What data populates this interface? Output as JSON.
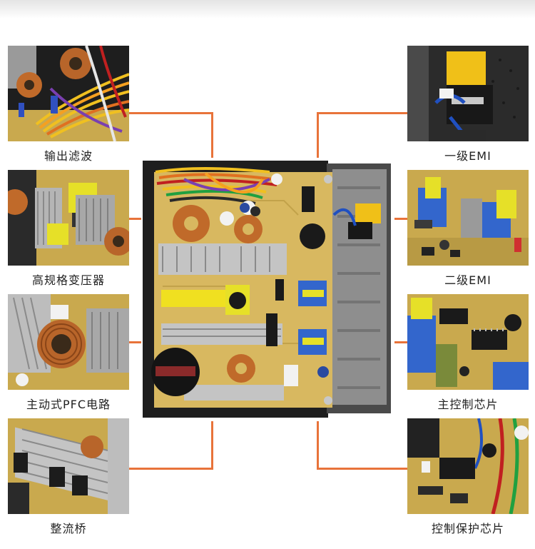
{
  "colors": {
    "connector": "#e8733a",
    "pcb": "#d8b860",
    "metal": "#c8c8c8",
    "frame": "#2a2a2a"
  },
  "labels": {
    "left": [
      "输出滤波",
      "高规格变压器",
      "主动式PFC电路",
      "整流桥"
    ],
    "right": [
      "一级EMI",
      "二级EMI",
      "主控制芯片",
      "控制保护芯片"
    ]
  }
}
